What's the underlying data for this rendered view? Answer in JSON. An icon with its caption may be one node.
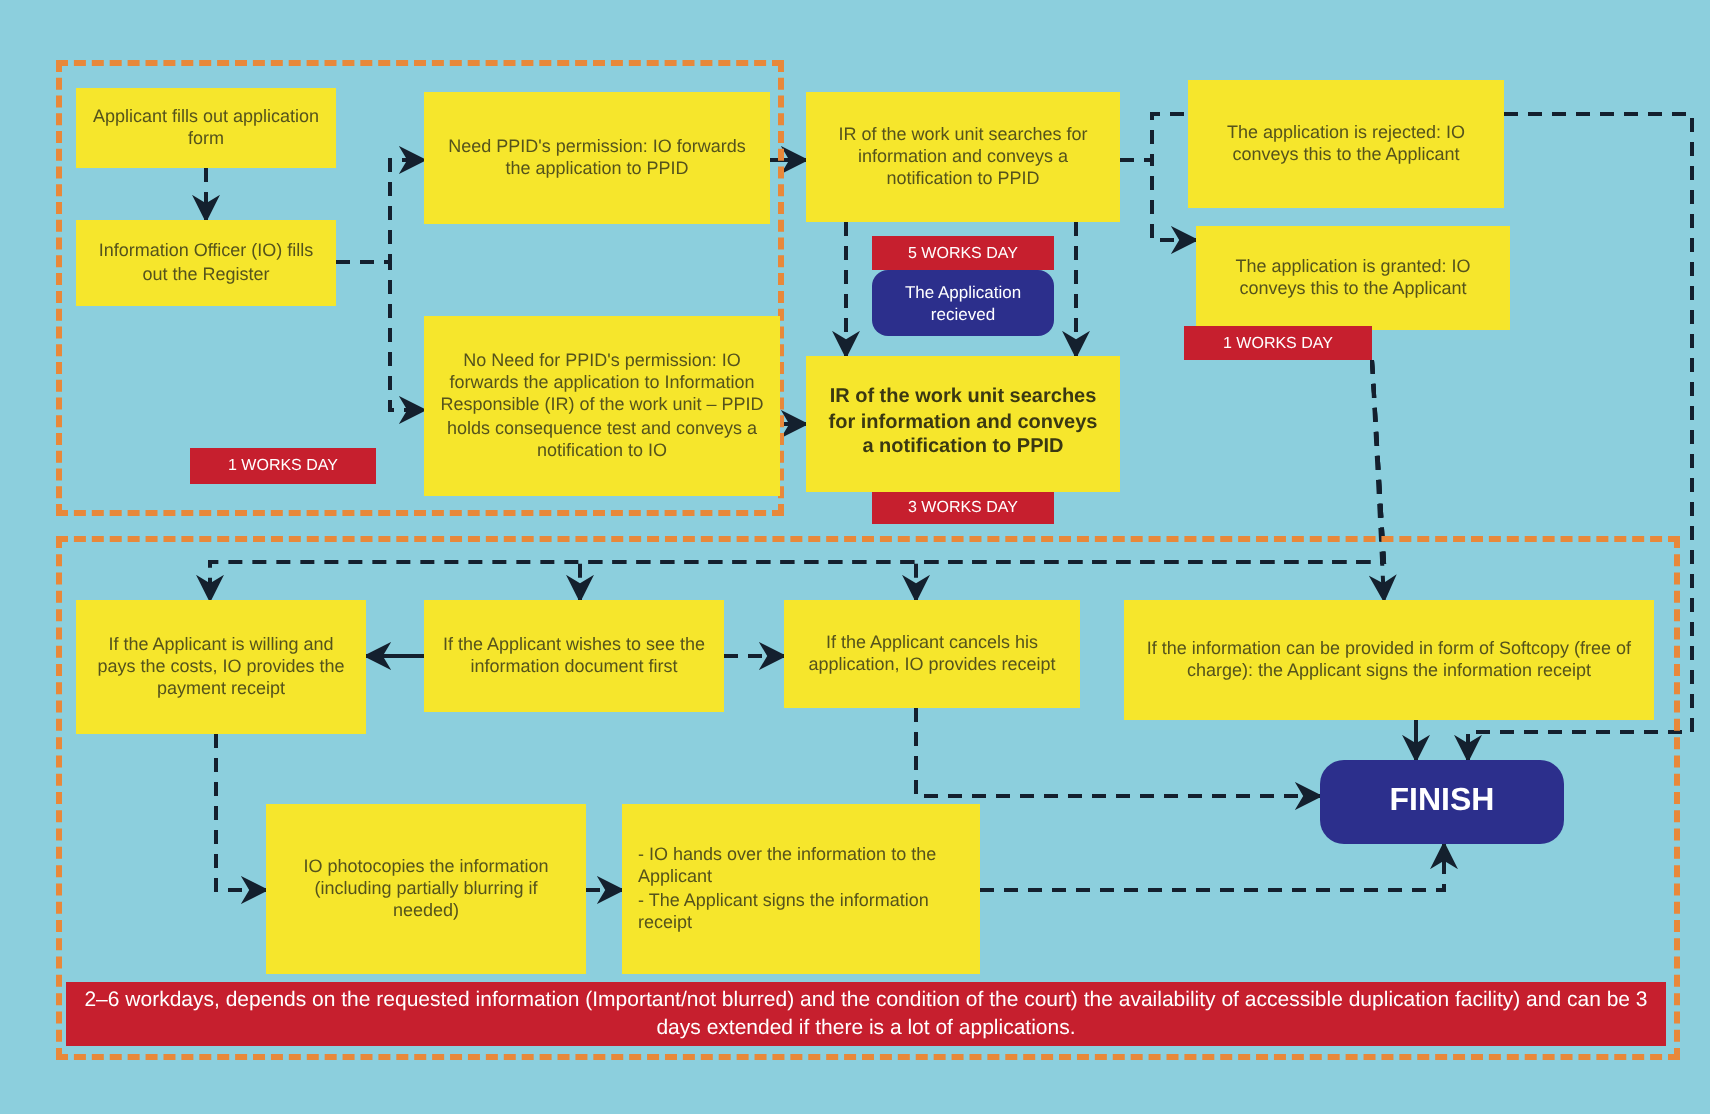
{
  "diagram": {
    "nodes": [
      {
        "text": [],
        "shape": "box"
      },
      {
        "text": [
          "Applicant fills out application form"
        ],
        "in": 0
      },
      {
        "text": [
          "Information Officer (IO) fills out the Register"
        ],
        "in": 0
      },
      {
        "text": [
          "Need PPID's permission: IO forwards the application to PPID"
        ],
        "in": 0
      },
      {
        "text": [
          "No Need for PPID's permission: IO forwards the application to Information Responsible (IR) of the work unit – PPID holds consequence test and conveys a notification to IO"
        ],
        "in": 0
      },
      {
        "text": [
          "1 WORKS DAY"
        ],
        "in": 0
      },
      {
        "text": [
          "IR of the work unit searches for information and conveys a notification to PPID"
        ]
      },
      {
        "text": [
          "5 WORKS DAY"
        ]
      },
      {
        "text": [
          "The Application recieved"
        ]
      },
      {
        "text": [
          "IR of the work unit searches for information and conveys a notification to PPID"
        ]
      },
      {
        "text": [
          "3 WORKS DAY"
        ]
      },
      {
        "text": [
          "The application is rejected: IO conveys this to the Applicant"
        ]
      },
      {
        "text": [
          "The application is granted: IO conveys this to the Applicant"
        ]
      },
      {
        "text": [
          "1 WORKS DAY"
        ]
      },
      {
        "text": [],
        "shape": "box"
      },
      {
        "text": [
          "If the Applicant is willing and pays the costs, IO provides the payment receipt"
        ],
        "in": 14
      },
      {
        "text": [
          "If the Applicant wishes to see the information document first"
        ],
        "in": 14
      },
      {
        "text": [
          "If the Applicant cancels his application, IO provides receipt"
        ],
        "in": 14
      },
      {
        "text": [
          "If the information can be provided in form of Softcopy (free of charge): the Applicant signs the information receipt"
        ],
        "in": 14
      },
      {
        "text": [
          "IO photocopies the information (including partially blurring if needed)"
        ],
        "in": 14
      },
      {
        "text": [
          "- IO hands over the information to the Applicant",
          "- The Applicant signs the information receipt"
        ],
        "in": 14
      },
      {
        "text": [
          "FINISH"
        ],
        "in": 14
      },
      {
        "text": [
          "2–6 workdays, depends on the requested information (Important/not blurred) and the condition of the court) the availability of accessible duplication facility) and can be 3 days extended if there is a lot of applications."
        ],
        "in": 14
      }
    ],
    "edges": [
      {
        "from": 1,
        "to": 2,
        "arrow": "to",
        "style": "dashed"
      },
      {
        "from": 2,
        "to": 3,
        "arrow": "to",
        "style": "dashed"
      },
      {
        "from": 2,
        "to": 4,
        "arrow": "to",
        "style": "dashed"
      },
      {
        "from": 3,
        "to": 6,
        "arrow": "to"
      },
      {
        "from": 4,
        "to": 9,
        "arrow": "to",
        "style": "dashed"
      },
      {
        "from": 6,
        "to": 9,
        "arrow": "to",
        "style": "dashed"
      },
      {
        "from": 6,
        "to": 9,
        "arrow": "to",
        "style": "dashed"
      },
      {
        "from": 6,
        "to": 11,
        "arrow": "none",
        "style": "dashed"
      },
      {
        "from": 6,
        "to": 12,
        "arrow": "to",
        "style": "dashed"
      },
      {
        "from": 13,
        "to": 15,
        "arrow": "to",
        "style": "dashed"
      },
      {
        "from": 13,
        "to": 16,
        "arrow": "to",
        "style": "dashed"
      },
      {
        "from": 13,
        "to": 17,
        "arrow": "to",
        "style": "dashed"
      },
      {
        "from": 13,
        "to": 18,
        "arrow": "to",
        "style": "dashed"
      },
      {
        "from": 16,
        "to": 15,
        "arrow": "to"
      },
      {
        "from": 16,
        "to": 17,
        "arrow": "to",
        "style": "dashed"
      },
      {
        "from": 15,
        "to": 19,
        "arrow": "to",
        "style": "dashed"
      },
      {
        "from": 19,
        "to": 20,
        "arrow": "to",
        "style": "dashed"
      },
      {
        "from": 20,
        "to": 21,
        "arrow": "to",
        "style": "dashed"
      },
      {
        "from": 17,
        "to": 21,
        "arrow": "to",
        "style": "dashed"
      },
      {
        "from": 18,
        "to": 21,
        "arrow": "to"
      },
      {
        "from": 11,
        "to": 21,
        "arrow": "to",
        "style": "dashed"
      }
    ]
  }
}
